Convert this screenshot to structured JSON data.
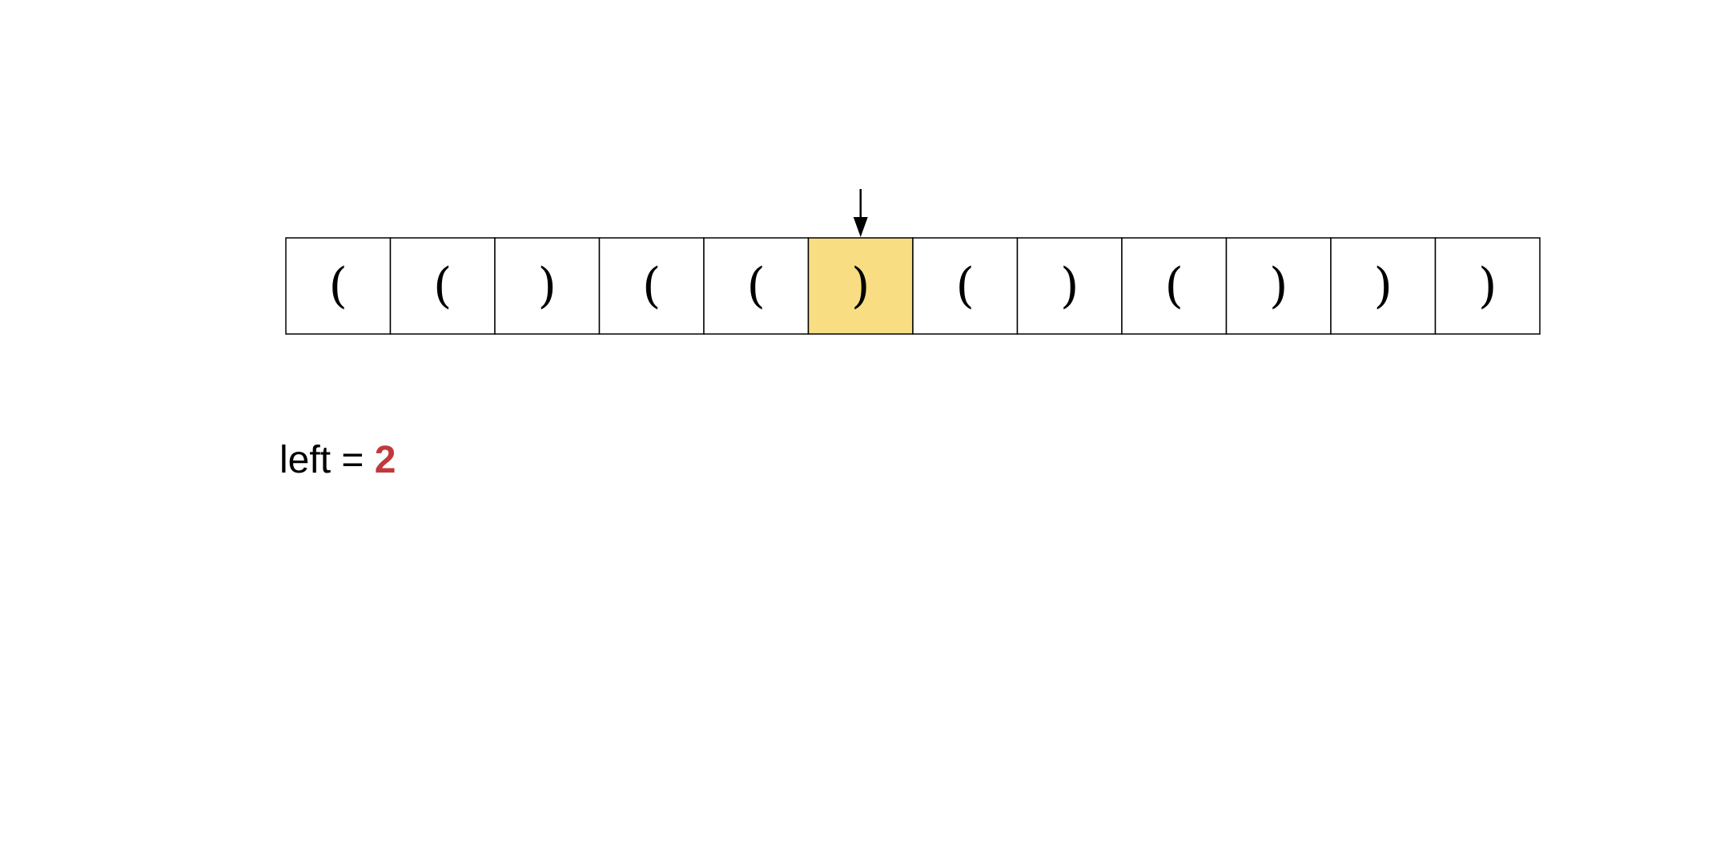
{
  "array": {
    "cells": [
      "(",
      "(",
      ")",
      "(",
      "(",
      ")",
      "(",
      ")",
      "(",
      ")",
      ")",
      ")"
    ],
    "highlight_index": 5,
    "pointer_index": 5
  },
  "status": {
    "label": "left = ",
    "value": "2"
  },
  "colors": {
    "highlight": "#f8dd83",
    "value": "#c0393b",
    "border": "#000000"
  }
}
